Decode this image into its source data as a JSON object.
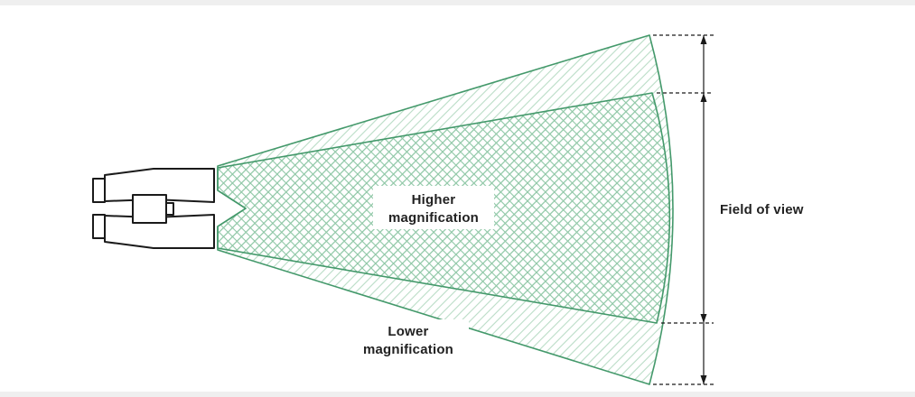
{
  "diagram": {
    "labels": {
      "higher_line1": "Higher",
      "higher_line2": "magnification",
      "lower_line1": "Lower",
      "lower_line2": "magnification",
      "field_of_view": "Field of view"
    },
    "colors": {
      "cone_stroke": "#44996b",
      "hatch_light": "#b9dcc6",
      "hatch_dense": "#8fc7a6",
      "outline": "#1a1a1a",
      "dimension": "#1a1a1a",
      "text": "#222222",
      "background": "#ffffff",
      "edge_band": "#efefef"
    },
    "icons": {
      "binoculars": "binoculars"
    }
  }
}
